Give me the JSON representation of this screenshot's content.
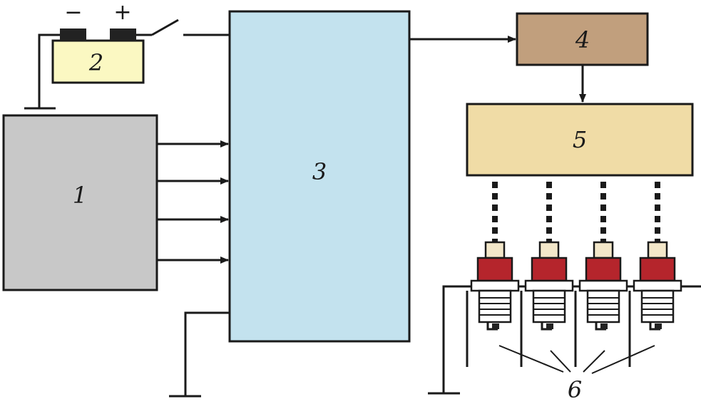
{
  "labels": {
    "block1": "1",
    "block2": "2",
    "block3": "3",
    "block4": "4",
    "block5": "5",
    "plugs": "6",
    "minus": "−",
    "plus": "+"
  },
  "colors": {
    "block1": "#c8c8c8",
    "block2": "#fbf8c2",
    "block3": "#c3e2ee",
    "block4": "#c19f7d",
    "block5": "#f0dca6",
    "plug_body": "#b5252c",
    "plug_cap": "#f3e7c9",
    "terminal": "#222222",
    "line": "#1a1a1a"
  }
}
